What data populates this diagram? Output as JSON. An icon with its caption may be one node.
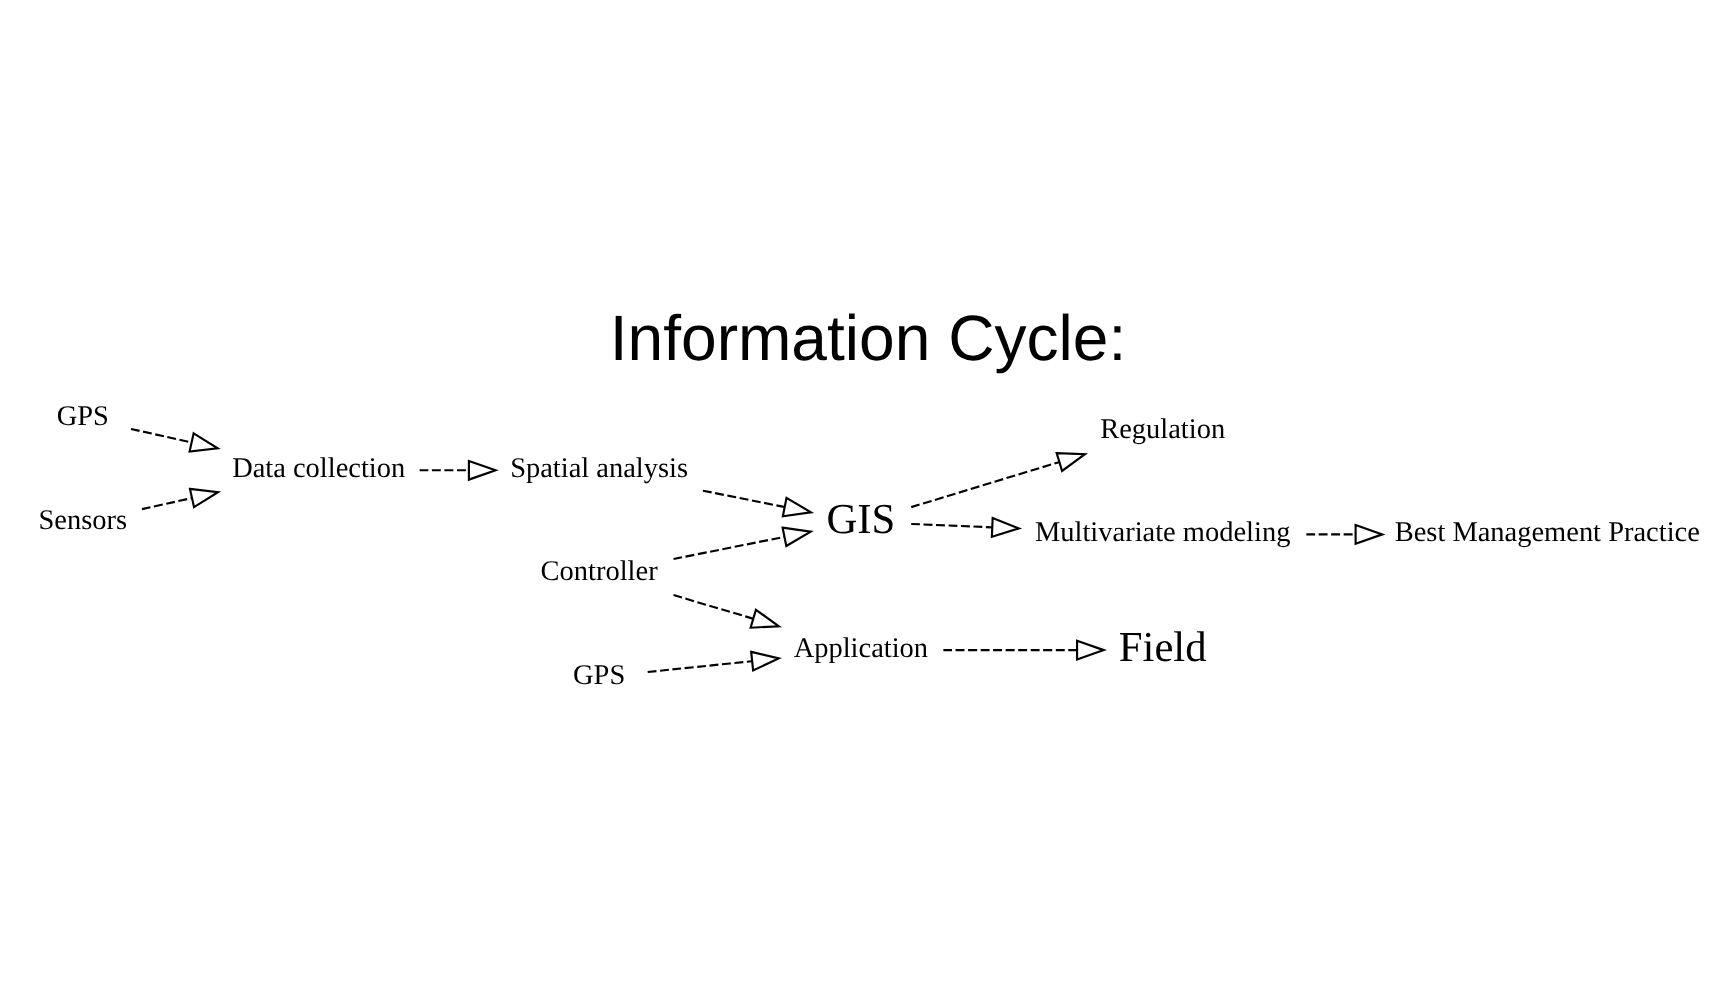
{
  "diagram": {
    "title": "Information Cycle:",
    "nodes": [
      {
        "text": [
          "Regulation"
        ]
      },
      {
        "text": [
          "GPS"
        ]
      },
      {
        "text": [
          "Sensors"
        ]
      },
      {
        "text": [
          "Spatial analysis"
        ]
      },
      {
        "text": [
          "GIS"
        ]
      },
      {
        "text": [
          "Data collection"
        ]
      },
      {
        "text": [
          "Multivariate modeling"
        ]
      },
      {
        "text": [
          "Controller"
        ]
      },
      {
        "text": [
          "Field"
        ]
      },
      {
        "text": [
          "Application"
        ]
      },
      {
        "text": [
          "Best Management Practice"
        ]
      },
      {
        "text": [
          "GPS"
        ]
      }
    ],
    "edges": [
      {
        "from": 1,
        "to": 5,
        "arrow": "to"
      },
      {
        "from": 2,
        "to": 5,
        "arrow": "to"
      },
      {
        "from": 5,
        "to": 3,
        "arrow": "to"
      },
      {
        "from": 3,
        "to": 4,
        "arrow": "to"
      },
      {
        "from": 4,
        "to": 0,
        "arrow": "to"
      },
      {
        "from": 4,
        "to": 6,
        "arrow": "to"
      },
      {
        "from": 6,
        "to": 10,
        "arrow": "to"
      },
      {
        "from": 7,
        "to": 4,
        "arrow": "to"
      },
      {
        "from": 7,
        "to": 9,
        "arrow": "to"
      },
      {
        "from": 11,
        "to": 9,
        "arrow": "to"
      },
      {
        "from": 9,
        "to": 8,
        "arrow": "to"
      }
    ]
  }
}
